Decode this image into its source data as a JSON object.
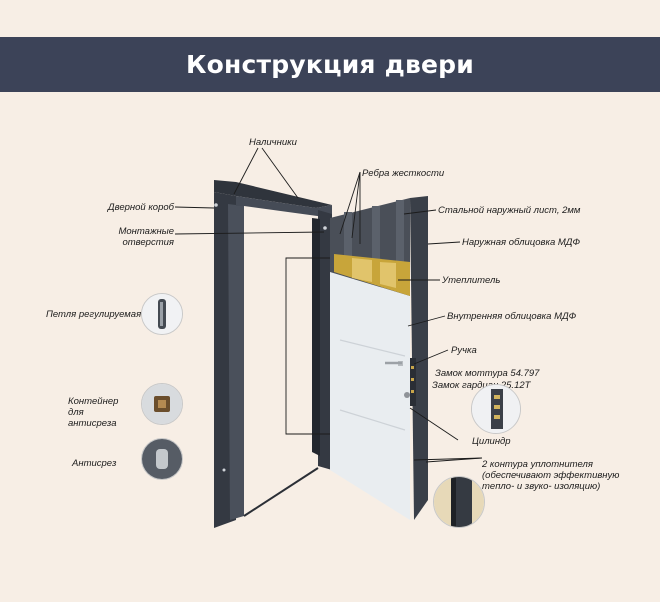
{
  "title": "Конструкция двери",
  "colors": {
    "banner": "#3c4358",
    "background": "#f7eee5",
    "door_frame": "#3a3f48",
    "inner_panel": "#e9edf0",
    "insulation": "#c8a53a"
  },
  "labels": {
    "nalichniki": "Наличники",
    "dvernoy_korob": "Дверной короб",
    "montazhnye_otverstiya": "Монтажные отверстия",
    "petlya": "Петля регулируемая",
    "konteyner": "Контейнер для антисреза",
    "antisrez": "Антисрез",
    "rebra": "Ребра жесткости",
    "stalnoy_list": "Стальной наружный лист, 2мм",
    "naruzhnaya_mdf": "Наружная облицовка МДФ",
    "uteplitel": "Утеплитель",
    "vnutrennyaya_mdf": "Внутренняя облицовка МДФ",
    "ruchka": "Ручка",
    "zamok_mottura": "Замок моттура 54.797",
    "zamok_gardian": "Замок гардиан 25.12Т",
    "cilindr": "Цилиндр",
    "uplotnitel": "2 контура уплотнителя (обеспечивают эффективную тепло- и звуко- изоляцию)"
  },
  "icons": [
    "hinge-icon",
    "anti-cut-container-icon",
    "anti-cut-pin-icon",
    "cylinder-lock-icon",
    "door-seal-icon"
  ]
}
